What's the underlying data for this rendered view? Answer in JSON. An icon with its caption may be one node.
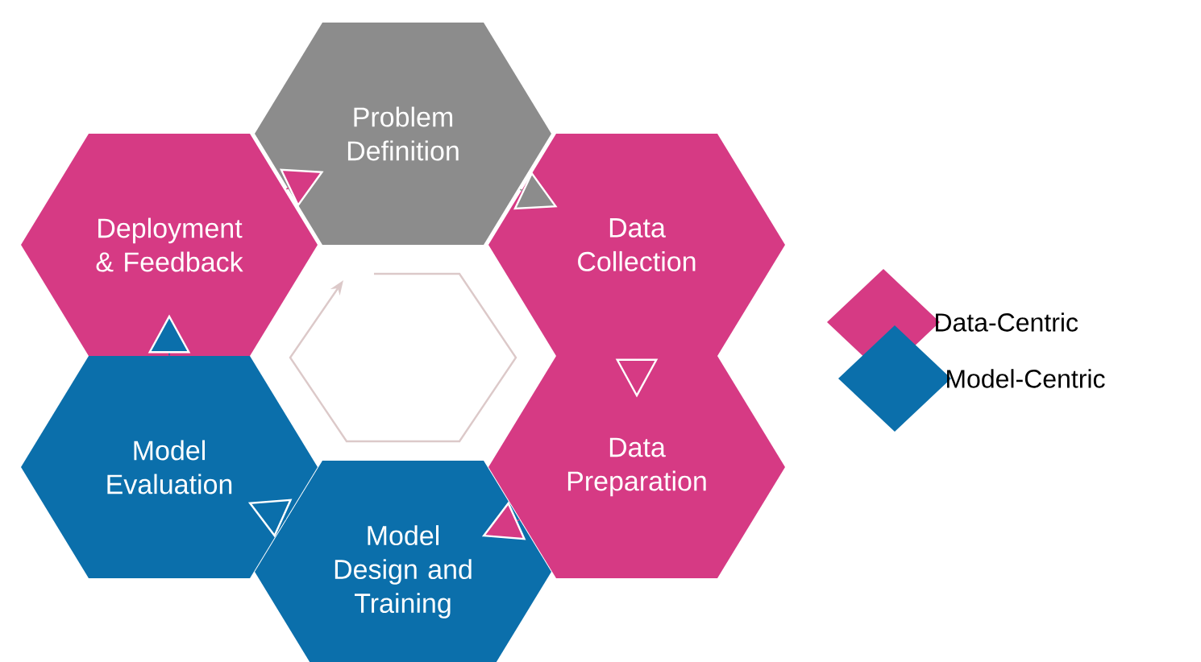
{
  "diagram": {
    "nodes": [
      {
        "text": [
          "Problem Definition"
        ]
      },
      {
        "text": [
          "Data Collection"
        ]
      },
      {
        "text": [
          "Data Preparation"
        ]
      },
      {
        "text": [
          "Model Design and Training"
        ]
      },
      {
        "text": [
          "Model Evaluation"
        ]
      },
      {
        "text": [
          "Deployment & Feedback"
        ]
      }
    ],
    "edges": [
      {
        "from": 0,
        "to": 1,
        "arrow": "to",
        "color": "#8c8c8c"
      },
      {
        "from": 1,
        "to": 2,
        "arrow": "to",
        "color": "#d63a84"
      },
      {
        "from": 2,
        "to": 3,
        "arrow": "to",
        "color": "#d63a84"
      },
      {
        "from": 3,
        "to": 4,
        "arrow": "to",
        "color": "#0b6fab"
      },
      {
        "from": 4,
        "to": 5,
        "arrow": "to",
        "color": "#0b6fab"
      },
      {
        "from": 5,
        "to": 0,
        "arrow": "to",
        "color": "#d63a84"
      }
    ],
    "legend": [
      {
        "text": "Data-Centric",
        "color": "#d63a84"
      },
      {
        "text": "Model-Centric",
        "color": "#0b6fab"
      }
    ]
  }
}
